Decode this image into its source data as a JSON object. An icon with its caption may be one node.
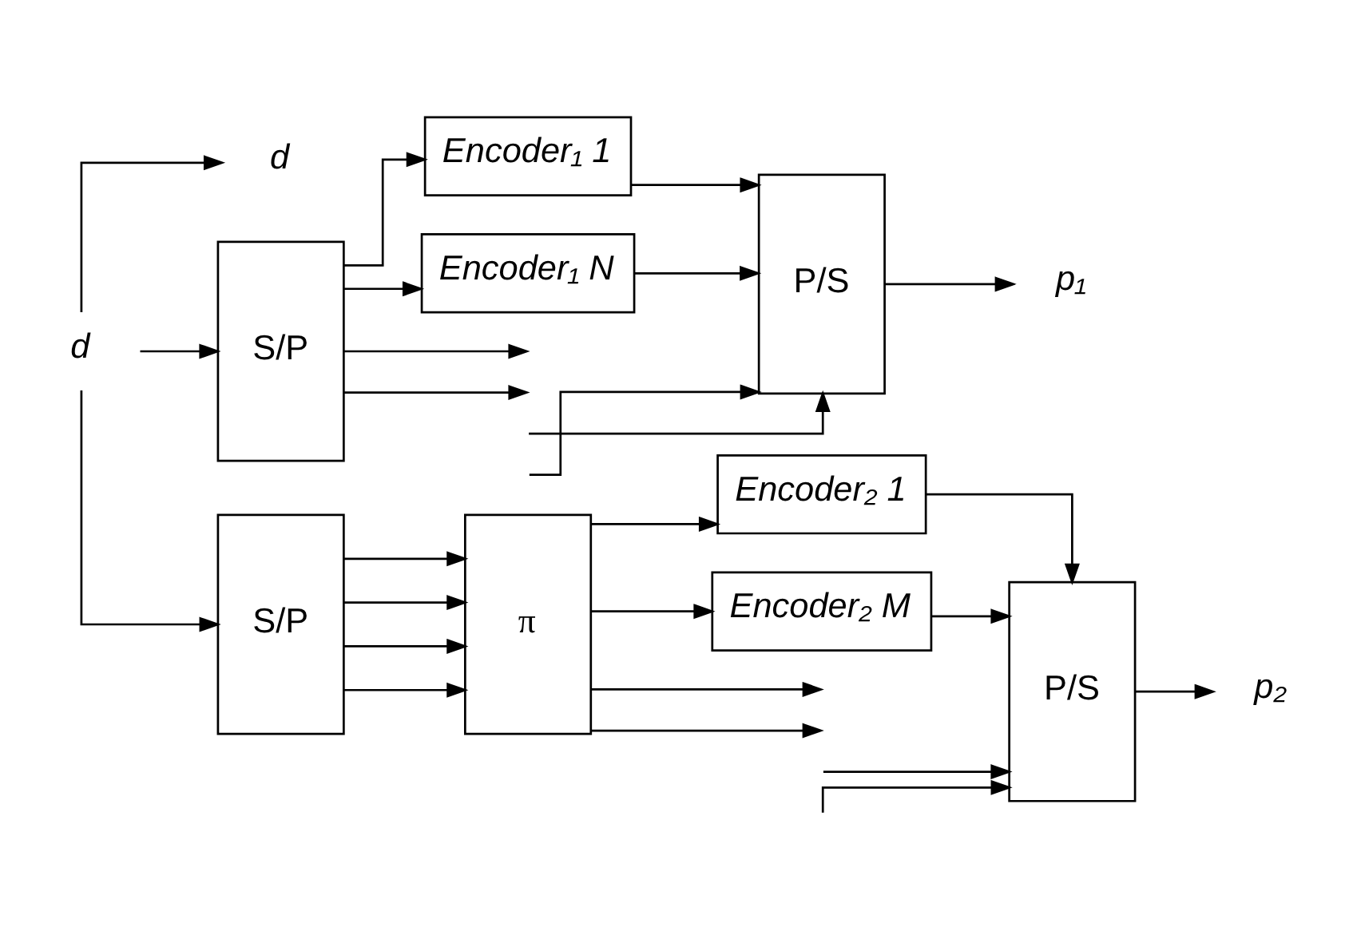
{
  "diagram": {
    "nodes": [
      {
        "text": [
          "d"
        ]
      },
      {
        "text": [
          "d"
        ]
      },
      {
        "text": [
          "S/P"
        ]
      },
      {
        "text": [
          "Encoder₁ 1"
        ]
      },
      {
        "text": [
          "Encoder₁ N"
        ]
      },
      {
        "text": [
          "P/S"
        ]
      },
      {
        "text": [
          "p₁"
        ]
      },
      {
        "text": [
          "S/P"
        ]
      },
      {
        "text": [
          "π"
        ]
      },
      {
        "text": [
          "Encoder₂ 1"
        ]
      },
      {
        "text": [
          "Encoder₂ M"
        ]
      },
      {
        "text": [
          "P/S"
        ]
      },
      {
        "text": [
          "p₂"
        ]
      }
    ],
    "edges": [
      {
        "from": 0,
        "to": 1,
        "arrow": "to"
      },
      {
        "from": 0,
        "to": 2,
        "arrow": "to"
      },
      {
        "from": 0,
        "to": 7,
        "arrow": "to"
      },
      {
        "from": 2,
        "to": 3,
        "arrow": "to"
      },
      {
        "from": 2,
        "to": null,
        "arrow": "to"
      },
      {
        "from": 2,
        "to": null,
        "arrow": "to"
      },
      {
        "from": 2,
        "to": 4,
        "arrow": "to"
      },
      {
        "from": 3,
        "to": 5,
        "arrow": "to"
      },
      {
        "from": null,
        "to": 5,
        "arrow": "to"
      },
      {
        "from": null,
        "to": 5,
        "arrow": "to"
      },
      {
        "from": 4,
        "to": 5,
        "arrow": "to"
      },
      {
        "from": 5,
        "to": 6,
        "arrow": "to"
      },
      {
        "from": 7,
        "to": 8,
        "arrow": "to"
      },
      {
        "from": 7,
        "to": 8,
        "arrow": "to"
      },
      {
        "from": 7,
        "to": 8,
        "arrow": "to"
      },
      {
        "from": 7,
        "to": 8,
        "arrow": "to"
      },
      {
        "from": 8,
        "to": 9,
        "arrow": "to"
      },
      {
        "from": 8,
        "to": null,
        "arrow": "to"
      },
      {
        "from": 8,
        "to": null,
        "arrow": "to"
      },
      {
        "from": 8,
        "to": 10,
        "arrow": "to"
      },
      {
        "from": 9,
        "to": 11,
        "arrow": "to"
      },
      {
        "from": null,
        "to": 11,
        "arrow": "to"
      },
      {
        "from": null,
        "to": 11,
        "arrow": "to"
      },
      {
        "from": 10,
        "to": 11,
        "arrow": "to"
      },
      {
        "from": 11,
        "to": 12,
        "arrow": "to"
      }
    ]
  }
}
